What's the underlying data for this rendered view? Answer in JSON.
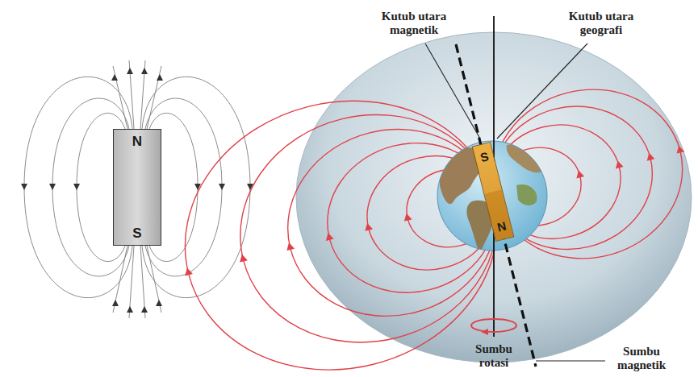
{
  "diagram": {
    "nodes": [
      {
        "text": [
          "N",
          "S"
        ]
      },
      {
        "text": [
          "S",
          "N"
        ]
      }
    ],
    "labels": [
      "Kutub utara magnetik",
      "Kutub utara geografi",
      "Sumbu magnetik",
      "Sumbu rotasi"
    ]
  }
}
